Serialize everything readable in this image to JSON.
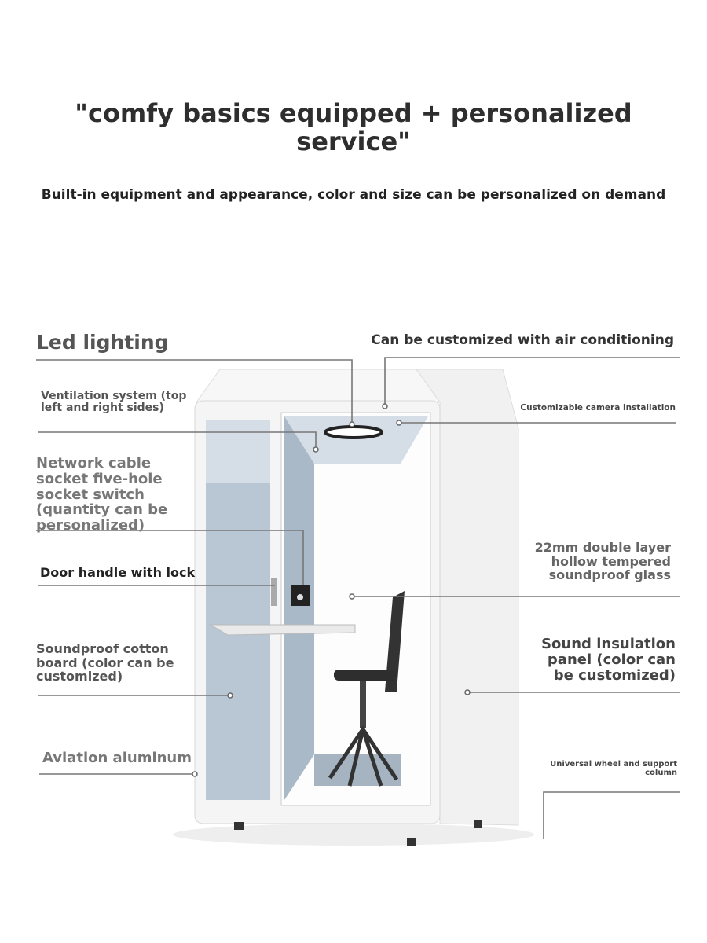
{
  "header": {
    "title_line1": "\"comfy basics equipped + personalized",
    "title_line2": "service\"",
    "subtitle": "Built-in equipment and appearance, color and size can be personalized on demand"
  },
  "callouts": {
    "led": "Led lighting",
    "air": "Can be customized with air conditioning",
    "ventilation": "Ventilation system (top left and right sides)",
    "camera": "Customizable camera installation",
    "network": "Network cable socket five-hole socket switch (quantity can be personalized)",
    "handle": "Door handle with lock",
    "glass": "22mm double layer hollow tempered soundproof glass",
    "cotton": "Soundproof cotton board (color can be customized)",
    "panel": "Sound insulation panel (color can be customized)",
    "aluminum": "Aviation aluminum",
    "wheel": "Universal wheel and support column"
  }
}
